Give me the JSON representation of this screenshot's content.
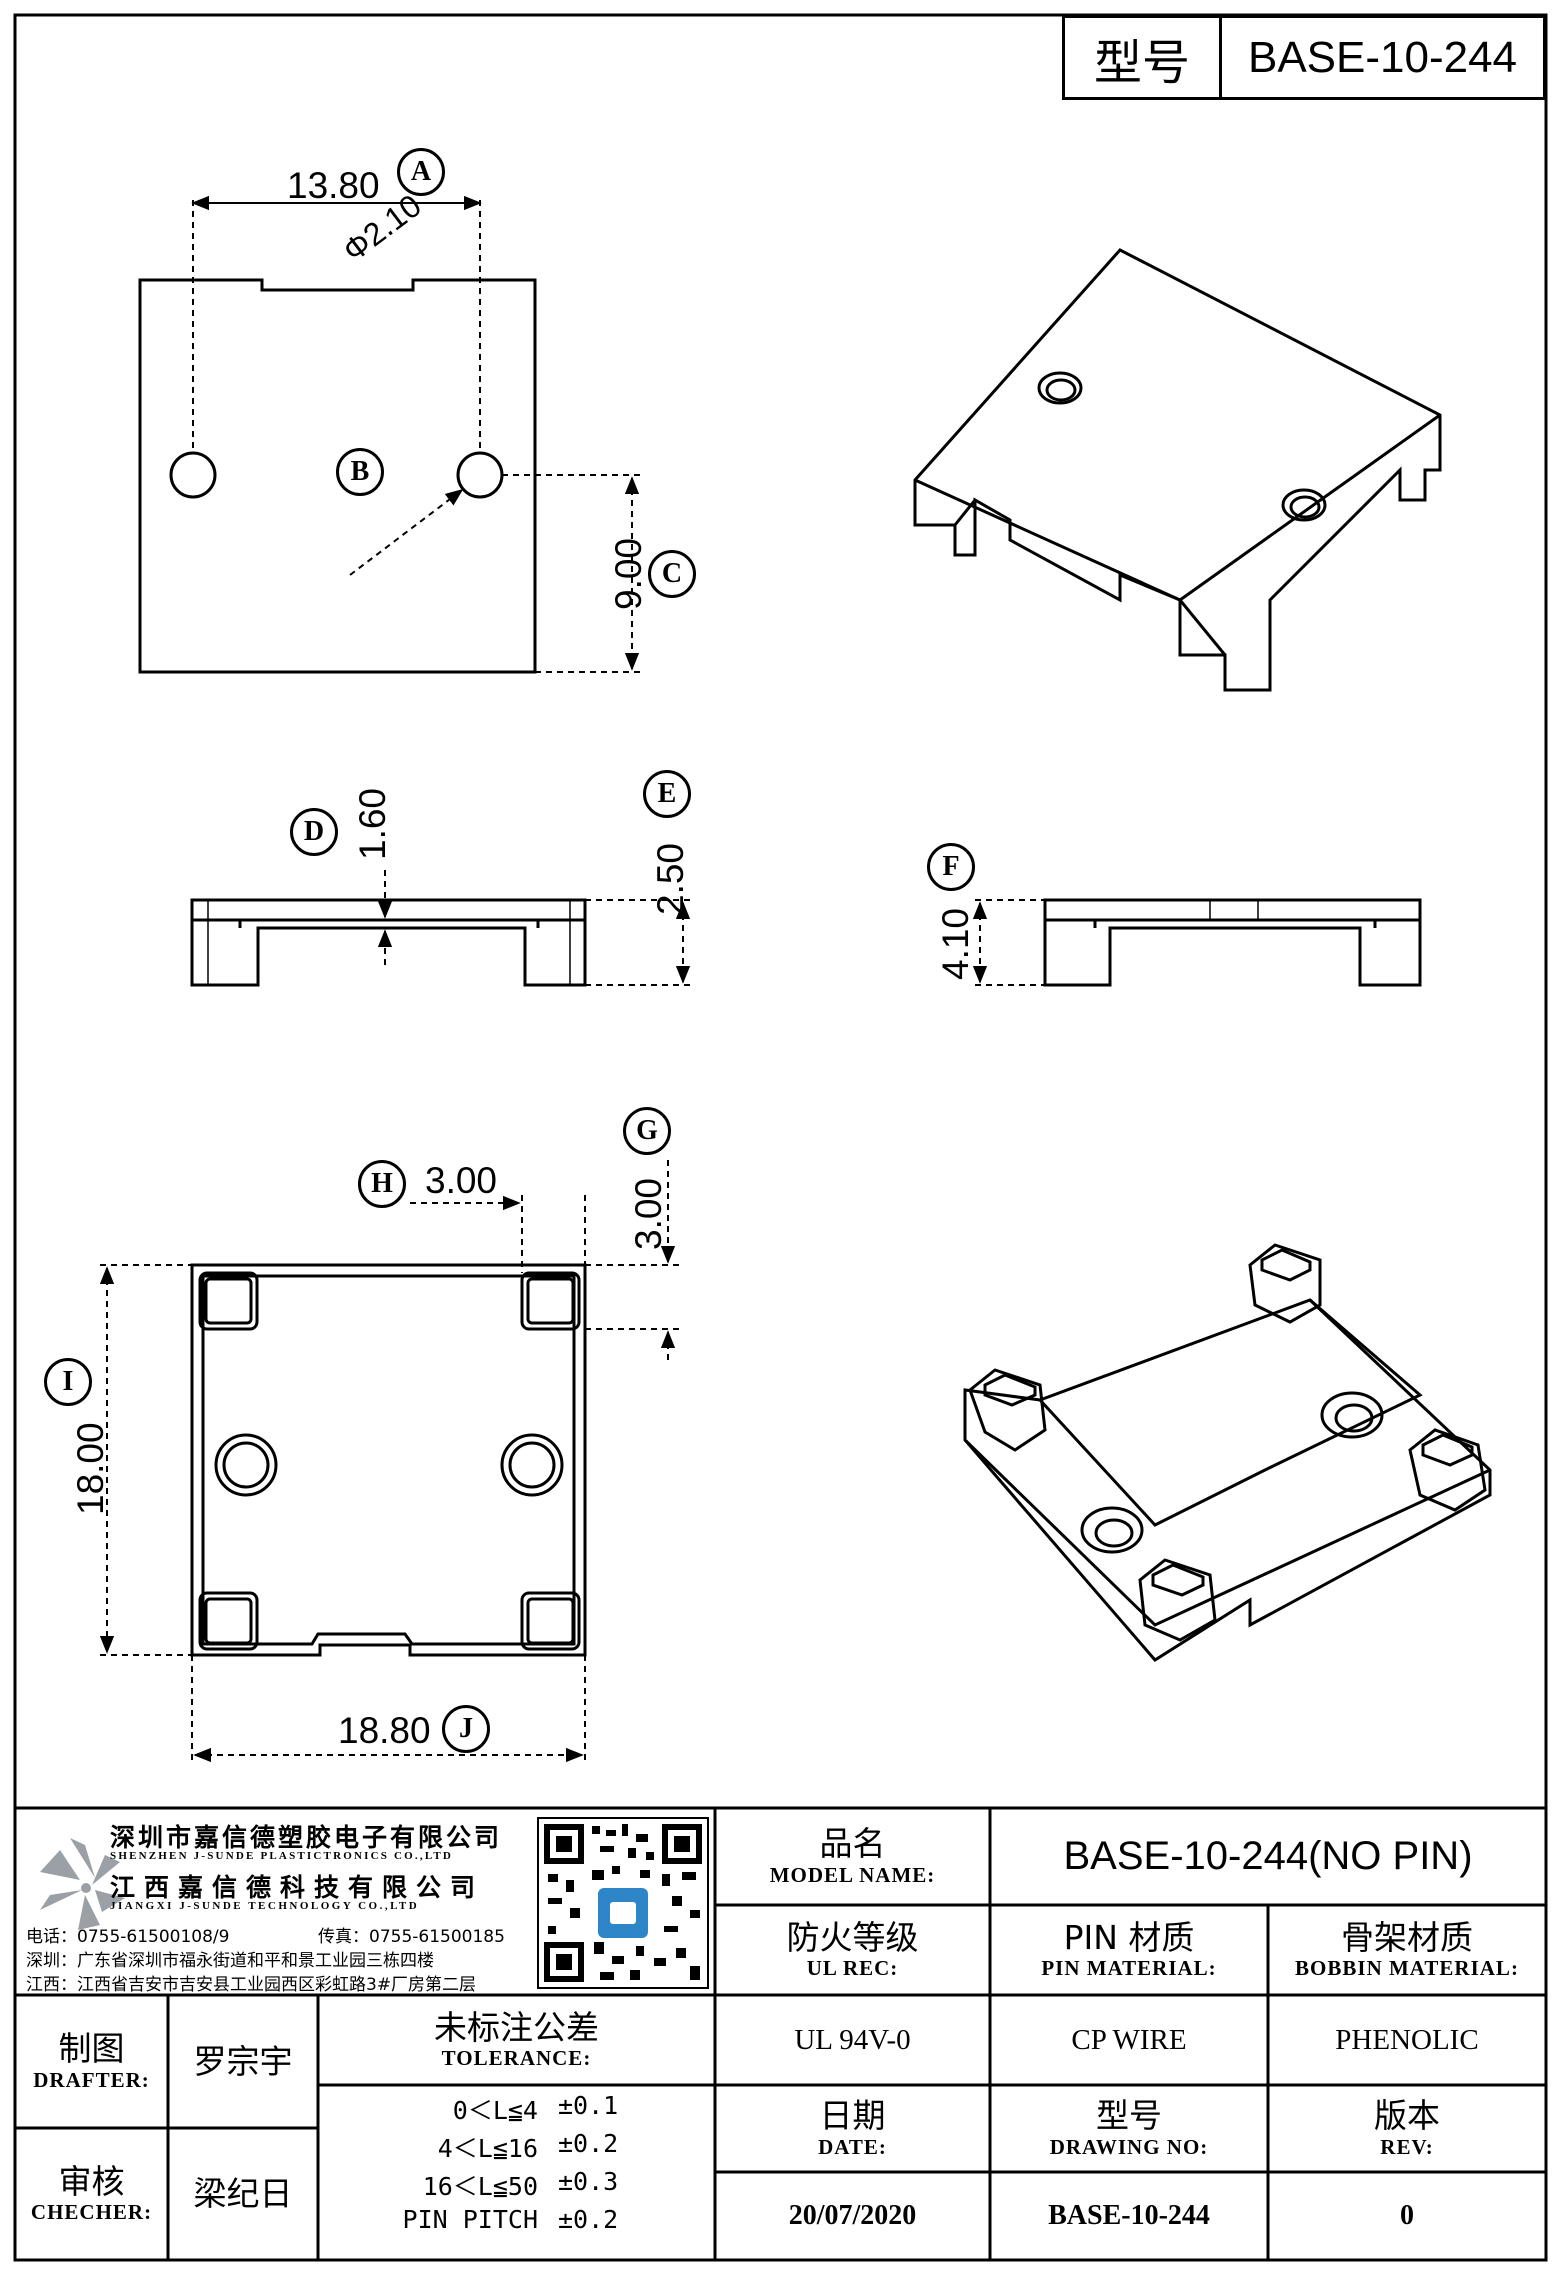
{
  "header": {
    "model_label": "型号",
    "model_value": "BASE-10-244"
  },
  "dimensions": {
    "A": {
      "letter": "A",
      "value": "13.80"
    },
    "B": {
      "letter": "B",
      "value": "Φ2.10"
    },
    "C": {
      "letter": "C",
      "value": "9.00"
    },
    "D": {
      "letter": "D",
      "value": "1.60"
    },
    "E": {
      "letter": "E",
      "value": "2.50"
    },
    "F": {
      "letter": "F",
      "value": "4.10"
    },
    "G": {
      "letter": "G",
      "value": "3.00"
    },
    "H": {
      "letter": "H",
      "value": "3.00"
    },
    "I": {
      "letter": "I",
      "value": "18.00"
    },
    "J": {
      "letter": "J",
      "value": "18.80"
    }
  },
  "company": {
    "name_sz_cn": "深圳市嘉信德塑胶电子有限公司",
    "name_sz_en": "SHENZHEN J-SUNDE PLASTICTRONICS CO.,LTD",
    "name_jx_cn": "江西嘉信德科技有限公司",
    "name_jx_en": "JIANGXI J-SUNDE TECHNOLOGY CO.,LTD",
    "phone": "电话：0755-61500108/9",
    "fax": "传真：0755-61500185",
    "addr_sz": "深圳：广东省深圳市福永街道和平和景工业园三栋四楼",
    "addr_jx": "江西：江西省吉安市吉安县工业园西区彩虹路3#厂房第二层"
  },
  "title_block": {
    "model_name_cn": "品名",
    "model_name_en": "MODEL NAME:",
    "model_name_value": "BASE-10-244(NO PIN)",
    "ul_cn": "防火等级",
    "ul_en": "UL REC:",
    "pin_cn": "PIN 材质",
    "pin_en": "PIN MATERIAL:",
    "bobbin_cn": "骨架材质",
    "bobbin_en": "BOBBIN MATERIAL:",
    "drafter_cn": "制图",
    "drafter_en": "DRAFTER:",
    "drafter_name": "罗宗宇",
    "tolerance_cn": "未标注公差",
    "tolerance_en": "TOLERANCE:",
    "ul_value": "UL 94V-0",
    "pin_value": "CP WIRE",
    "bobbin_value": "PHENOLIC",
    "checker_cn": "审核",
    "checker_en": "CHECHER:",
    "checker_name": "梁纪日",
    "tolerances": [
      {
        "range": "0＜L≦4",
        "value": "±0.1"
      },
      {
        "range": "4＜L≦16",
        "value": "±0.2"
      },
      {
        "range": "16＜L≦50",
        "value": "±0.3"
      },
      {
        "range": "PIN PITCH",
        "value": "±0.2"
      }
    ],
    "date_cn": "日期",
    "date_en": "DATE:",
    "drawing_no_cn": "型号",
    "drawing_no_en": "DRAWING NO:",
    "rev_cn": "版本",
    "rev_en": "REV:",
    "date_value": "20/07/2020",
    "drawing_no_value": "BASE-10-244",
    "rev_value": "0"
  }
}
